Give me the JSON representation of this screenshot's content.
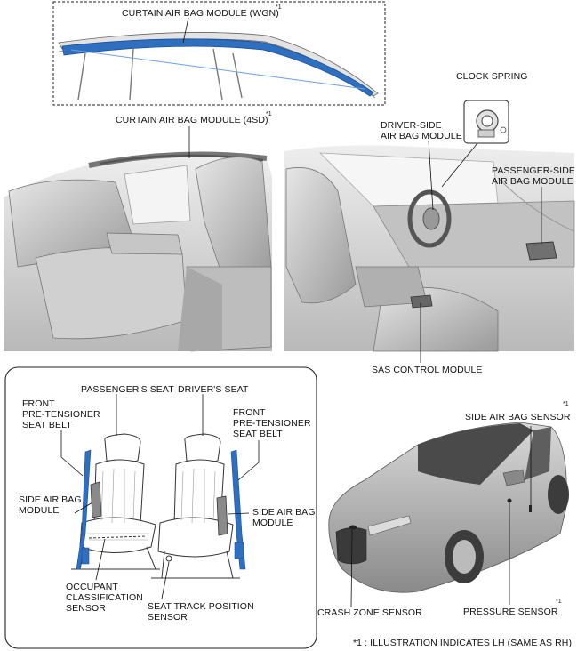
{
  "labels": {
    "curtain_wgn": "CURTAIN AIR BAG MODULE (WGN)",
    "curtain_4sd": "CURTAIN AIR BAG MODULE (4SD)",
    "clock_spring": "CLOCK SPRING",
    "driver_side": "DRIVER-SIDE\nAIR BAG MODULE",
    "passenger_side": "PASSENGER-SIDE\nAIR BAG MODULE",
    "sas_control": "SAS CONTROL MODULE",
    "passengers_seat": "PASSENGER'S SEAT",
    "drivers_seat": "DRIVER'S SEAT",
    "front_pretensioner_left": "FRONT\nPRE-TENSIONER\nSEAT BELT",
    "front_pretensioner_right": "FRONT\nPRE-TENSIONER\nSEAT BELT",
    "side_airbag_module_left": "SIDE AIR BAG\nMODULE",
    "side_airbag_module_right": "SIDE AIR BAG\nMODULE",
    "occupant_classification": "OCCUPANT\nCLASSIFICATION\nSENSOR",
    "seat_track_position": "SEAT TRACK POSITION\nSENSOR",
    "side_airbag_sensor": "SIDE AIR BAG SENSOR",
    "crash_zone": "CRASH ZONE SENSOR",
    "pressure_sensor": "PRESSURE SENSOR",
    "footnote_mark": "*1",
    "footnote": "*1 : ILLUSTRATION INDICATES LH (SAME AS RH)"
  },
  "colors": {
    "airbag_blue": "#2f6fc0",
    "line": "#111111",
    "car_gray": "#8c8c8c"
  }
}
